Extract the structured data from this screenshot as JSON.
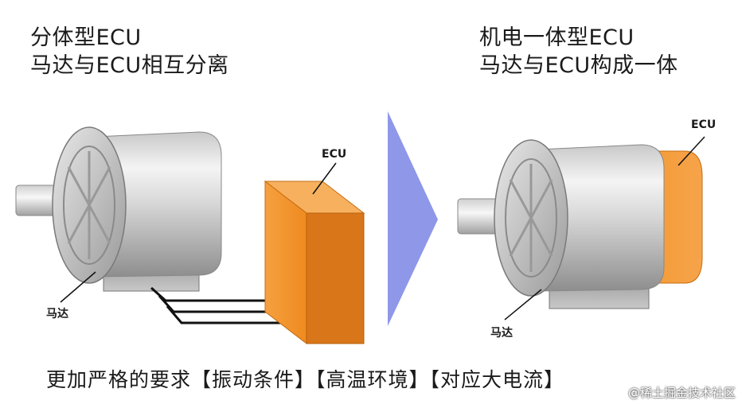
{
  "left_panel": {
    "title_line1": "分体型ECU",
    "title_line2": "马达与ECU相互分离",
    "ecu_label": "ECU",
    "motor_label": "马达"
  },
  "right_panel": {
    "title_line1": "机电一体型ECU",
    "title_line2": "马达与ECU构成一体",
    "ecu_label": "ECU",
    "motor_label": "马达"
  },
  "caption": "更加严格的要求【振动条件】【高温环境】【对应大电流】",
  "watermark": "@稀土掘金技术社区",
  "colors": {
    "ecu_orange": "#f08a24",
    "arrow_blue": "#8f97e8",
    "motor_gray": "#b8b8b8"
  }
}
